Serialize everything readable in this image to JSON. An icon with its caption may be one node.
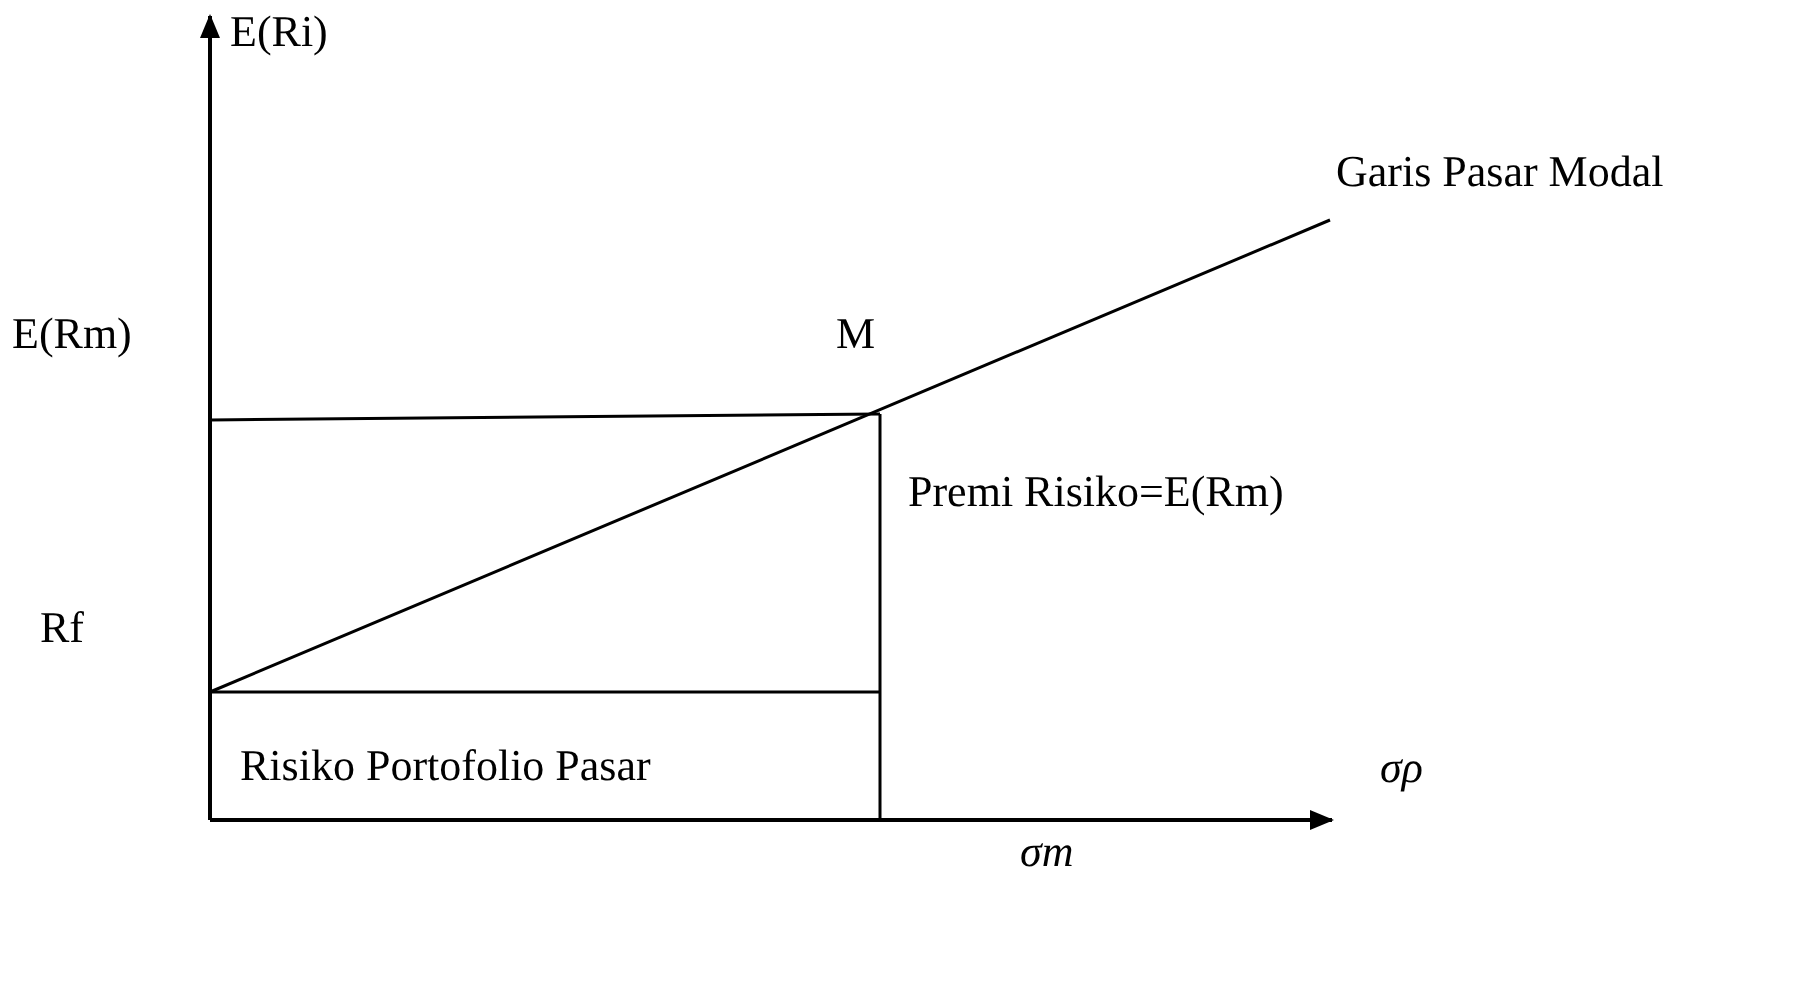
{
  "diagram": {
    "labels": [
      "E(Ri)",
      "Garis Pasar Modal",
      "E(Rm)",
      "M",
      "Premi Risiko=E(Rm)",
      "Rf",
      "Risiko Portofolio Pasar",
      "σρ",
      "σm"
    ]
  }
}
